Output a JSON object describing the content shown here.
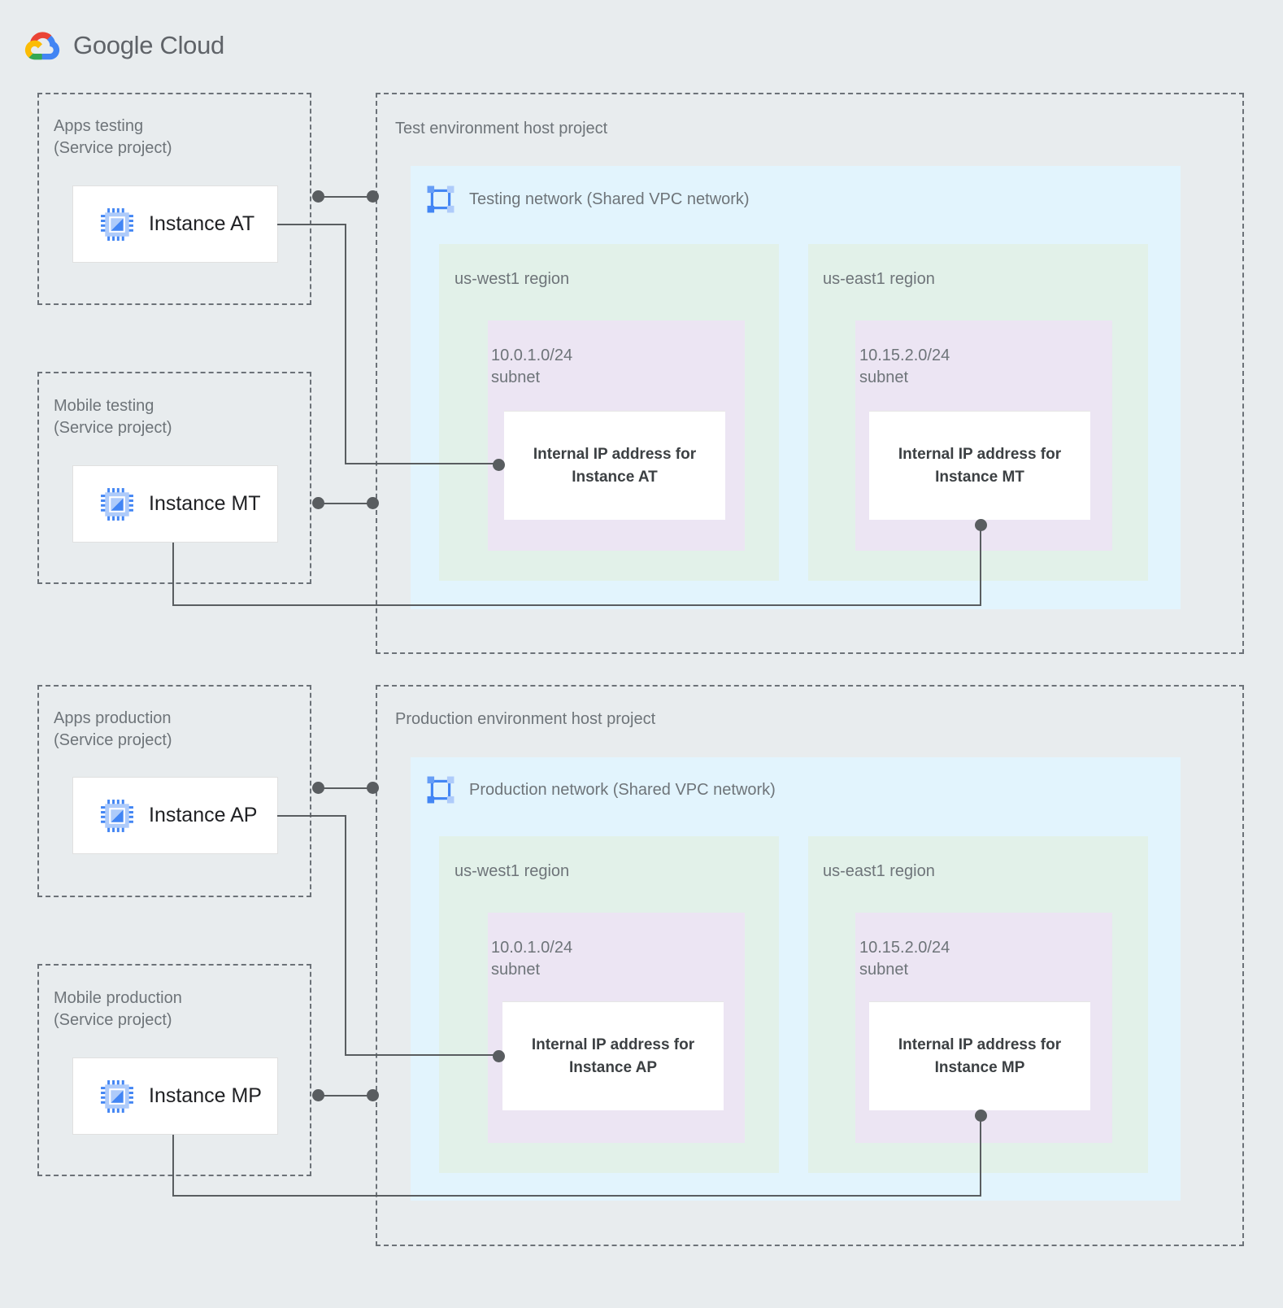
{
  "brand": {
    "name_bold": "Google",
    "name_light": " Cloud",
    "icon": "google-cloud-logo"
  },
  "service_projects": [
    {
      "id": "apps-testing",
      "title": "Apps testing\n(Service project)",
      "instance": {
        "label": "Instance AT",
        "icon": "compute-instance-icon"
      }
    },
    {
      "id": "mobile-testing",
      "title": "Mobile testing\n(Service project)",
      "instance": {
        "label": "Instance MT",
        "icon": "compute-instance-icon"
      }
    },
    {
      "id": "apps-production",
      "title": "Apps production\n(Service project)",
      "instance": {
        "label": "Instance AP",
        "icon": "compute-instance-icon"
      }
    },
    {
      "id": "mobile-production",
      "title": "Mobile production\n(Service project)",
      "instance": {
        "label": "Instance MP",
        "icon": "compute-instance-icon"
      }
    }
  ],
  "host_projects": [
    {
      "id": "test-host",
      "title": "Test environment host project",
      "network": {
        "label": "Testing network (Shared VPC network)",
        "icon": "vpc-network-icon"
      },
      "regions": [
        {
          "name": "us-west1 region",
          "subnet": {
            "cidr": "10.0.1.0/24\nsubnet",
            "ip_box": "Internal IP address for\nInstance AT"
          }
        },
        {
          "name": "us-east1 region",
          "subnet": {
            "cidr": "10.15.2.0/24\nsubnet",
            "ip_box": "Internal IP address for\nInstance MT"
          }
        }
      ]
    },
    {
      "id": "prod-host",
      "title": "Production environment host project",
      "network": {
        "label": "Production network (Shared VPC network)",
        "icon": "vpc-network-icon"
      },
      "regions": [
        {
          "name": "us-west1 region",
          "subnet": {
            "cidr": "10.0.1.0/24\nsubnet",
            "ip_box": "Internal IP address for\nInstance AP"
          }
        },
        {
          "name": "us-east1 region",
          "subnet": {
            "cidr": "10.15.2.0/24\nsubnet",
            "ip_box": "Internal IP address for\nInstance MP"
          }
        }
      ]
    }
  ],
  "colors": {
    "canvas": "#e8ecee",
    "vpc_panel": "#e2f4fd",
    "region_panel": "#e2f1e9",
    "subnet_panel": "#ece5f3",
    "ip_box": "#ffffff",
    "dashed_border": "#6c7278",
    "connector": "#595d60",
    "label_text": "#6e7479",
    "instance_icon_blue": "#4285f4"
  }
}
